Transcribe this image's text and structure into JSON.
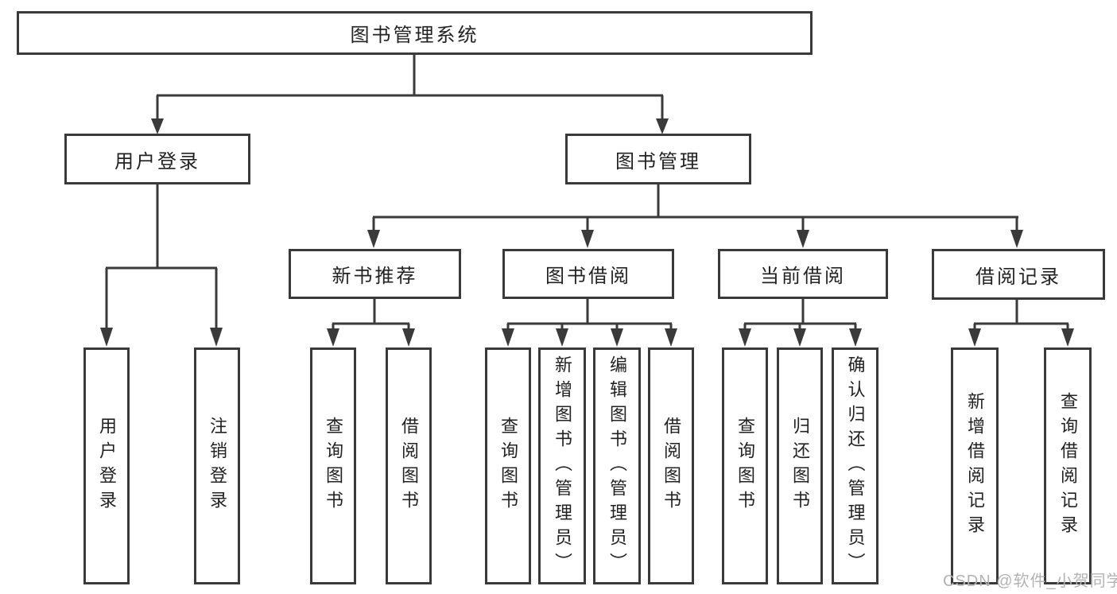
{
  "diagram": {
    "root": {
      "label": "图书管理系统"
    },
    "branches": [
      {
        "label": "用户登录",
        "children": [
          {
            "label": "用户登录"
          },
          {
            "label": "注销登录"
          }
        ]
      },
      {
        "label": "图书管理",
        "children": [
          {
            "label": "新书推荐",
            "children": [
              {
                "label": "查询图书"
              },
              {
                "label": "借阅图书"
              }
            ]
          },
          {
            "label": "图书借阅",
            "children": [
              {
                "label": "查询图书"
              },
              {
                "label": "新增图书（管理员）"
              },
              {
                "label": "编辑图书（管理员）"
              },
              {
                "label": "借阅图书"
              }
            ]
          },
          {
            "label": "当前借阅",
            "children": [
              {
                "label": "查询图书"
              },
              {
                "label": "归还图书"
              },
              {
                "label": "确认归还（管理员）"
              }
            ]
          },
          {
            "label": "借阅记录",
            "children": [
              {
                "label": "新增借阅记录"
              },
              {
                "label": "查询借阅记录"
              }
            ]
          }
        ]
      }
    ]
  },
  "watermark": {
    "text": "CSDN @软件_小贺同学"
  },
  "colors": {
    "line": "#3a3a3a",
    "box_background": "#ffffff",
    "text": "#222222",
    "watermark": "#b3b3b3"
  }
}
